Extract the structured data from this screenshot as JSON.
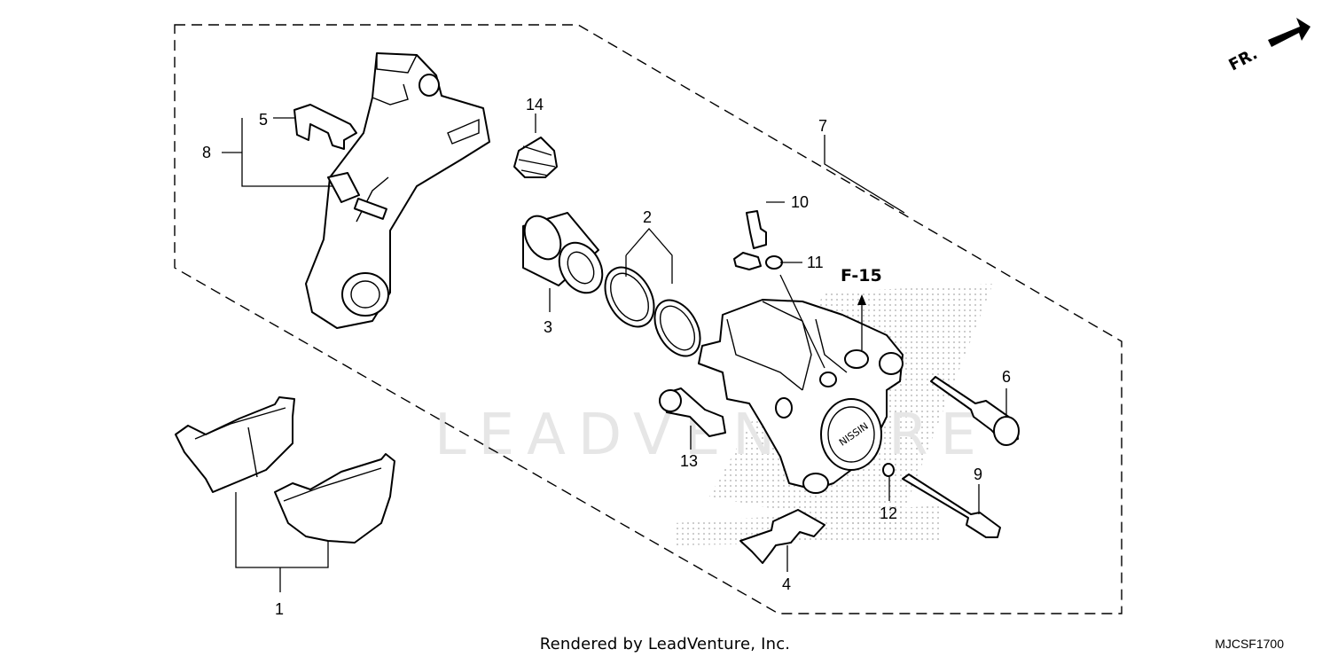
{
  "callouts": {
    "c1": "1",
    "c2": "2",
    "c3": "3",
    "c4": "4",
    "c5": "5",
    "c6": "6",
    "c7": "7",
    "c8": "8",
    "c9": "9",
    "c10": "10",
    "c11": "11",
    "c12": "12",
    "c13": "13",
    "c14": "14"
  },
  "reference": "F-15",
  "direction": "FR.",
  "watermark": "LEADVENTURE",
  "footer": "Rendered by LeadVenture, Inc.",
  "part_code": "MJCSF1700"
}
